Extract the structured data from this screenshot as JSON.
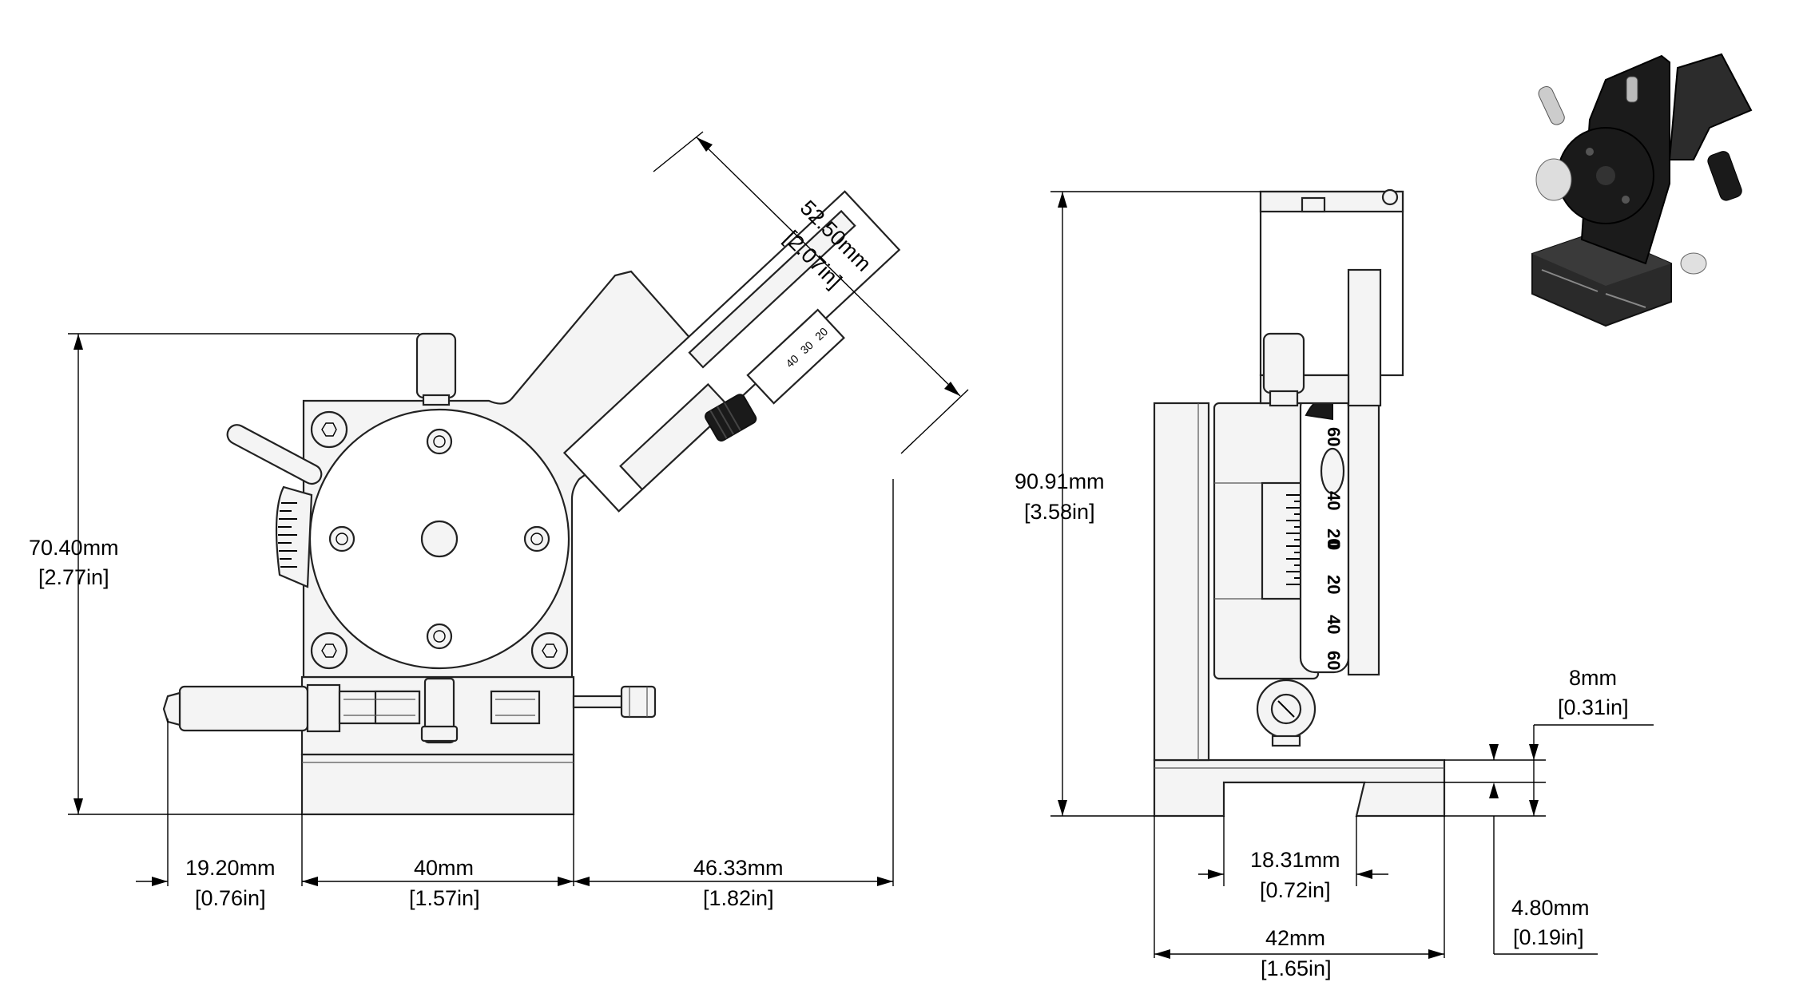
{
  "dimensions": {
    "height_left": {
      "mm": "70.40mm",
      "inch": "[2.77in]"
    },
    "diagonal": {
      "mm": "52.50mm",
      "inch": "[2.07in]"
    },
    "bottom_left": {
      "mm": "19.20mm",
      "inch": "[0.76in]"
    },
    "bottom_mid": {
      "mm": "40mm",
      "inch": "[1.57in]"
    },
    "bottom_right": {
      "mm": "46.33mm",
      "inch": "[1.82in]"
    },
    "height_side": {
      "mm": "90.91mm",
      "inch": "[3.58in]"
    },
    "step_top": {
      "mm": "8mm",
      "inch": "[0.31in]"
    },
    "slot_width": {
      "mm": "18.31mm",
      "inch": "[0.72in]"
    },
    "base_width": {
      "mm": "42mm",
      "inch": "[1.65in]"
    },
    "step_bottom": {
      "mm": "4.80mm",
      "inch": "[0.19in]"
    }
  },
  "scales": {
    "side_dial": [
      "60",
      "40",
      "20",
      "0",
      "20",
      "40",
      "60"
    ],
    "top_micrometer": [
      "40",
      "30",
      "20"
    ]
  },
  "colors": {
    "line": "#000000",
    "part_fill": "#f4f4f4",
    "knob": "#1a1a1a"
  }
}
